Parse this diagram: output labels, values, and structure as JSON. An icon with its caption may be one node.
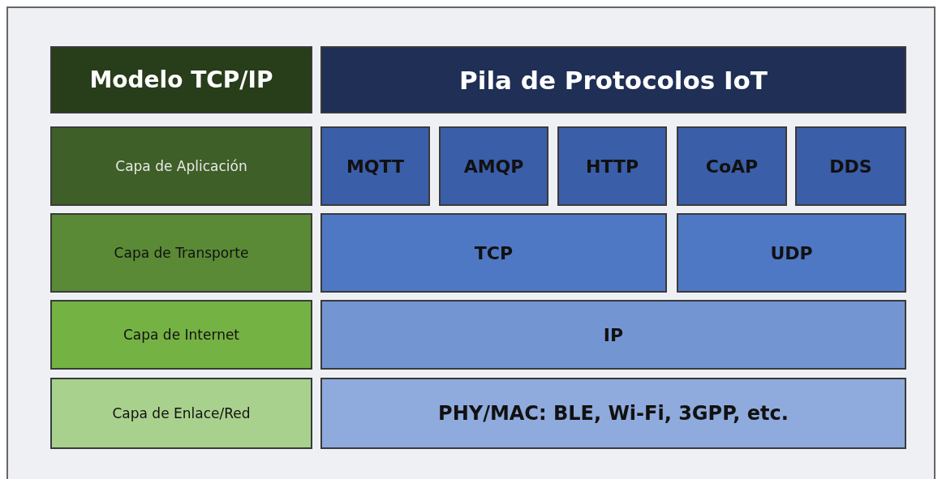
{
  "diagram": {
    "nodes": [
      {
        "text": [
          "Modelo TCP/IP"
        ]
      },
      {
        "text": [
          "Pila de Protocolos IoT"
        ]
      },
      {
        "text": [
          "Capa de Aplicación"
        ]
      },
      {
        "text": [
          "MQTT"
        ]
      },
      {
        "text": [
          "AMQP"
        ]
      },
      {
        "text": [
          "HTTP"
        ]
      },
      {
        "text": [
          "CoAP"
        ]
      },
      {
        "text": [
          "DDS"
        ]
      },
      {
        "text": [
          "Capa de Transporte"
        ]
      },
      {
        "text": [
          "TCP"
        ]
      },
      {
        "text": [
          "UDP"
        ]
      },
      {
        "text": [
          "Capa de Internet"
        ]
      },
      {
        "text": [
          "IP"
        ]
      },
      {
        "text": [
          "Capa de Enlace/Red"
        ]
      },
      {
        "text": [
          "PHY/MAC: BLE, Wi-Fi, 3GPP, etc."
        ]
      }
    ]
  }
}
